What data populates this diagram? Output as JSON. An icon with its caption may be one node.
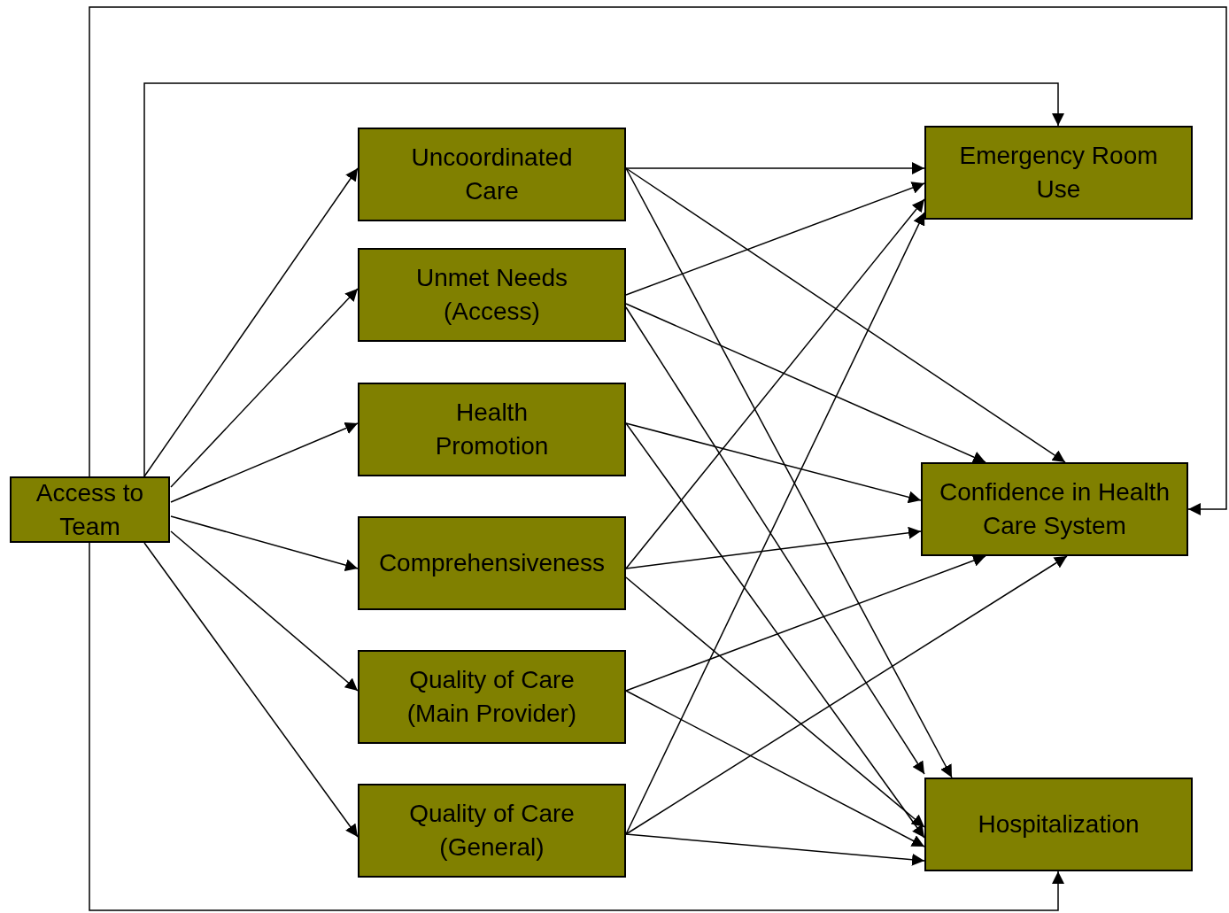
{
  "diagram": {
    "nodes": [
      {
        "text": [
          "Access to Team"
        ]
      },
      {
        "text": [
          "Uncoordinated Care"
        ]
      },
      {
        "text": [
          "Unmet Needs (Access)"
        ]
      },
      {
        "text": [
          "Health Promotion"
        ]
      },
      {
        "text": [
          "Comprehensiveness"
        ]
      },
      {
        "text": [
          "Quality of Care (Main Provider)"
        ]
      },
      {
        "text": [
          "Quality of Care (General)"
        ]
      },
      {
        "text": [
          "Emergency Room Use"
        ]
      },
      {
        "text": [
          "Confidence in Health Care System"
        ]
      },
      {
        "text": [
          "Hospitalization"
        ]
      }
    ],
    "edges": [
      {
        "from": 0,
        "to": 1,
        "arrow": "to"
      },
      {
        "from": 0,
        "to": 2,
        "arrow": "to"
      },
      {
        "from": 0,
        "to": 3,
        "arrow": "to"
      },
      {
        "from": 0,
        "to": 4,
        "arrow": "to"
      },
      {
        "from": 0,
        "to": 5,
        "arrow": "to"
      },
      {
        "from": 0,
        "to": 6,
        "arrow": "to"
      },
      {
        "from": 0,
        "to": 7,
        "arrow": "to"
      },
      {
        "from": 0,
        "to": 8,
        "arrow": "to"
      },
      {
        "from": 0,
        "to": 9,
        "arrow": "to"
      },
      {
        "from": 1,
        "to": 7,
        "arrow": "to"
      },
      {
        "from": 1,
        "to": 8,
        "arrow": "to"
      },
      {
        "from": 1,
        "to": 9,
        "arrow": "to"
      },
      {
        "from": 2,
        "to": 7,
        "arrow": "to"
      },
      {
        "from": 2,
        "to": 8,
        "arrow": "to"
      },
      {
        "from": 2,
        "to": 9,
        "arrow": "to"
      },
      {
        "from": 3,
        "to": 8,
        "arrow": "to"
      },
      {
        "from": 3,
        "to": 9,
        "arrow": "to"
      },
      {
        "from": 4,
        "to": 7,
        "arrow": "to"
      },
      {
        "from": 4,
        "to": 8,
        "arrow": "to"
      },
      {
        "from": 4,
        "to": 9,
        "arrow": "to"
      },
      {
        "from": 5,
        "to": 8,
        "arrow": "to"
      },
      {
        "from": 5,
        "to": 9,
        "arrow": "to"
      },
      {
        "from": 6,
        "to": 7,
        "arrow": "to"
      },
      {
        "from": 6,
        "to": 8,
        "arrow": "to"
      },
      {
        "from": 6,
        "to": 9,
        "arrow": "to"
      }
    ]
  }
}
